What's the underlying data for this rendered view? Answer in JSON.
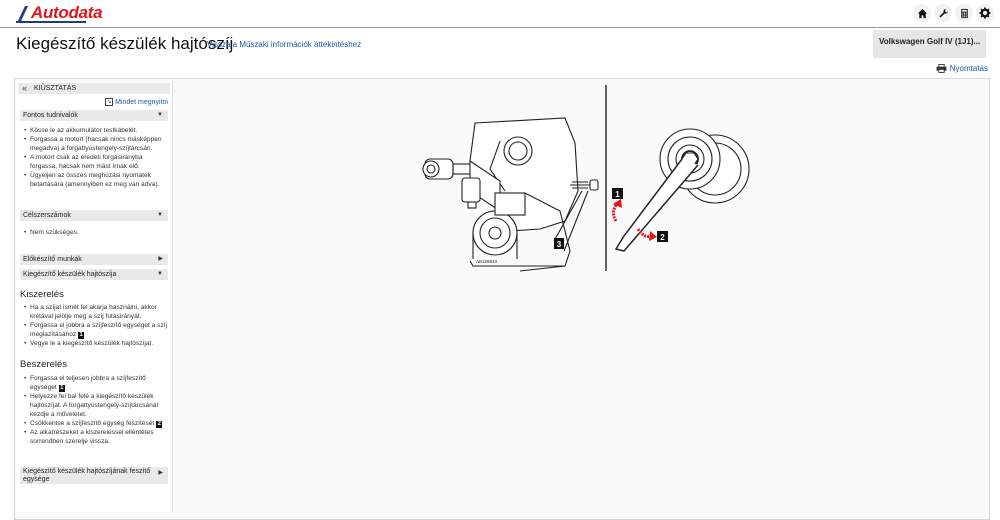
{
  "app": {
    "logo_text": "Autodata"
  },
  "header": {
    "title": "Kiegészítő készülék hajtószíj",
    "back_link": "Vissza a Műszaki információk áttekintéshez",
    "vehicle": "Volkswagen Golf IV (1J1)...",
    "print_label": "Nyomtatás"
  },
  "toolbar": {
    "icons": [
      "home-icon",
      "wrench-icon",
      "calculator-icon",
      "gear-icon"
    ]
  },
  "sidebar": {
    "header": "KIÜSZTATÁS",
    "show_all": "Mindet megnyitni",
    "sections": {
      "important": {
        "title": "Fontos tudnivalók",
        "items": [
          "Kösse le az akkumulátor testkábelét.",
          "Forgassa a motort (hacsak nincs másképpen megadva) a forgattyústengely-szíjtárcsán.",
          "A motort csak az eredeti forgásirányba forgassa, hacsak nem mást írnak elő.",
          "Ügyeljen az összes meghúzási nyomaték betartására (amennyiben ez meg van adva)."
        ]
      },
      "tools": {
        "title": "Célszerszámok",
        "items": [
          "Nem szükséges."
        ]
      },
      "prep": {
        "title": "Előkészítő munkák"
      },
      "belt": {
        "title": "Kiegészítő készülék hajtószíja"
      },
      "removal": {
        "title": "Kiszerelés",
        "item1": "Ha a szíjat ismét fel akarja használni, akkor krétával jelölje meg a szíj futásirányát.",
        "item2_pre": "Forgassa el jobbra a szíjfeszítő egységet a szíj meglazításához",
        "item2_callout": "1",
        "item3": "Vegye le a kiegészítő készülék hajtószíjat."
      },
      "install": {
        "title": "Beszerelés",
        "item1_pre": "Forgassa el teljesen jobbra a szíjfeszítő egységet",
        "item1_callout": "1",
        "item2": "Helyezze fel bal felé a kiegészítő készülék hajtószíjat. A forgattyústengely-szíjtárcsánál kezdje a műveletet.",
        "item3_pre": "Csökkentse a szíjfeszítő egység feszítését",
        "item3_callout": "2",
        "item4": "Az alkatrészeket a kiszereléssel ellentétes sorrendben szerelje vissza."
      },
      "tensioner": {
        "title": "Kiegészítő készülék hajtószíjának feszítő egysége"
      }
    }
  },
  "diagram": {
    "code": "AB126833",
    "callouts": [
      "1",
      "2",
      "3"
    ]
  },
  "colors": {
    "brand": "#e0161b",
    "link": "#1a5aa8",
    "arrow": "#e0161b"
  }
}
